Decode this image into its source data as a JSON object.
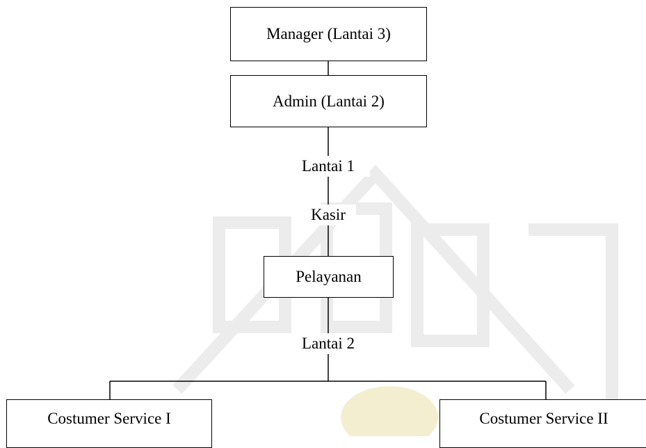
{
  "nodes": {
    "manager": "Manager (Lantai 3)",
    "admin": "Admin (Lantai 2)",
    "lantai1": "Lantai 1",
    "kasir": "Kasir",
    "pelayanan": "Pelayanan",
    "lantai2": "Lantai 2",
    "cs1": "Costumer Service I",
    "cs2": "Costumer Service II"
  },
  "colors": {
    "line": "#000000",
    "watermark": "#e8e8e8"
  }
}
